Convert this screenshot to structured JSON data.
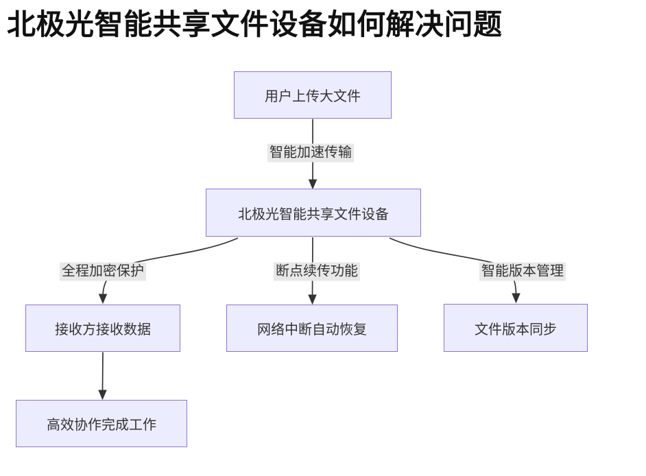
{
  "page": {
    "title": "北极光智能共享文件设备如何解决问题",
    "background": "#ffffff"
  },
  "diagram": {
    "type": "flowchart",
    "direction": "top-down",
    "colors": {
      "node_fill": "#ECECFF",
      "node_border": "#9370DB",
      "edge_line": "#333333",
      "edge_label_bg": "#e8e8e8",
      "node_text": "#333333",
      "title_text": "#111111"
    },
    "nodes": [
      {
        "id": "user-upload",
        "label": "用户上传大文件"
      },
      {
        "id": "device",
        "label": "北极光智能共享文件设备"
      },
      {
        "id": "receiver",
        "label": "接收方接收数据"
      },
      {
        "id": "network-resume",
        "label": "网络中断自动恢复"
      },
      {
        "id": "version-sync",
        "label": "文件版本同步"
      },
      {
        "id": "collaboration",
        "label": "高效协作完成工作"
      }
    ],
    "edges": [
      {
        "from": "用户上传大文件",
        "to": "北极光智能共享文件设备",
        "label": "智能加速传输"
      },
      {
        "from": "北极光智能共享文件设备",
        "to": "接收方接收数据",
        "label": "全程加密保护"
      },
      {
        "from": "北极光智能共享文件设备",
        "to": "网络中断自动恢复",
        "label": "断点续传功能"
      },
      {
        "from": "北极光智能共享文件设备",
        "to": "文件版本同步",
        "label": "智能版本管理"
      },
      {
        "from": "接收方接收数据",
        "to": "高效协作完成工作",
        "label": ""
      }
    ]
  }
}
